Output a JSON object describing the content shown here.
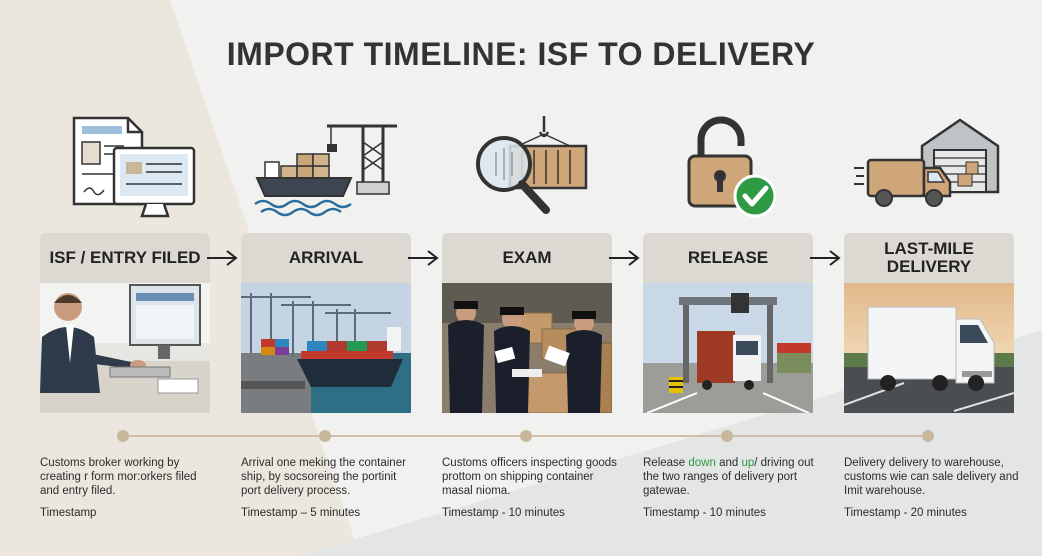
{
  "title": "IMPORT TIMELINE: ISF TO DELIVERY",
  "stages": [
    {
      "label": "ISF / ENTRY FILED",
      "description": "Customs broker working by creating r form mor:orkers filed and entry filed.",
      "timestamp": "Timestamp",
      "icon": "document-computer-icon",
      "photo": "broker-at-desk-photo"
    },
    {
      "label": "ARRIVAL",
      "description": "Arrival one meking the container ship, by socsoreing the portinit port delivery process.",
      "timestamp": "Timestamp – 5 minutes",
      "icon": "container-ship-crane-icon",
      "photo": "container-port-photo"
    },
    {
      "label": "EXAM",
      "description": "Customs officers inspecting goods prottom on shipping container masal nioma.",
      "timestamp": "Timestamp - 10 minutes",
      "icon": "magnifier-container-icon",
      "photo": "customs-officers-photo"
    },
    {
      "label": "RELEASE",
      "description_parts": [
        "Release ",
        "down",
        " and ",
        "up",
        "/ driving out the two ranges of delivery port gatewae."
      ],
      "timestamp": "Timestamp - 10 minutes",
      "icon": "unlocked-padlock-check-icon",
      "photo": "truck-at-gate-photo"
    },
    {
      "label": "LAST-MILE DELIVERY",
      "description": "Delivery delivery to warehouse, customs wie can sale delivery and Imit warehouse.",
      "timestamp": "Timestamp - 20 minutes",
      "icon": "delivery-van-warehouse-icon",
      "photo": "white-truck-highway-photo"
    }
  ],
  "colors": {
    "tab": "#dcd9d3",
    "timeline": "#c9b79b",
    "check_green": "#2e9a43",
    "highlight_green": "#2e9a43"
  }
}
